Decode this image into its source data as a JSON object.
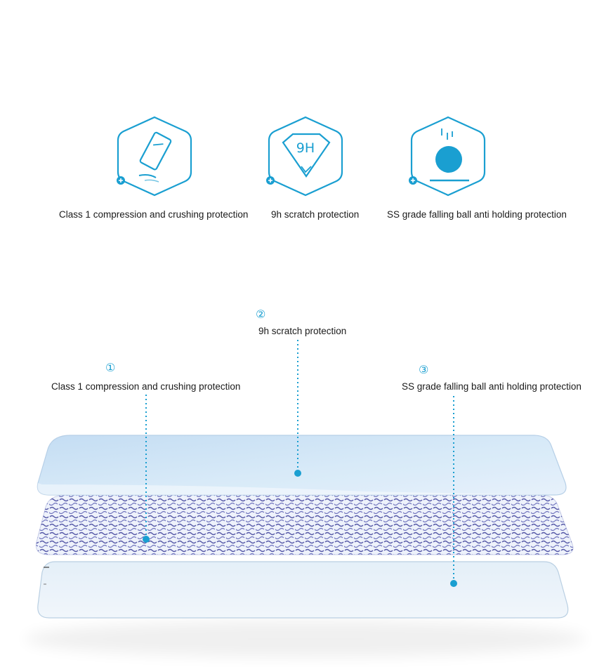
{
  "features": [
    {
      "icon": "phone-press-icon",
      "caption": "Class 1 compression and crushing protection"
    },
    {
      "icon": "diamond-9h-icon",
      "badge": "9H",
      "caption": "9h scratch protection"
    },
    {
      "icon": "falling-ball-icon",
      "caption": "SS grade falling ball anti holding protection"
    }
  ],
  "callouts": [
    {
      "number": "①",
      "label": "Class 1 compression and crushing protection"
    },
    {
      "number": "②",
      "label": "9h scratch protection"
    },
    {
      "number": "③",
      "label": "SS grade falling ball anti holding protection"
    }
  ],
  "colors": {
    "accent": "#1a9fd1",
    "top_layer": "#cfe5f7",
    "mesh": "#3c3f99"
  }
}
